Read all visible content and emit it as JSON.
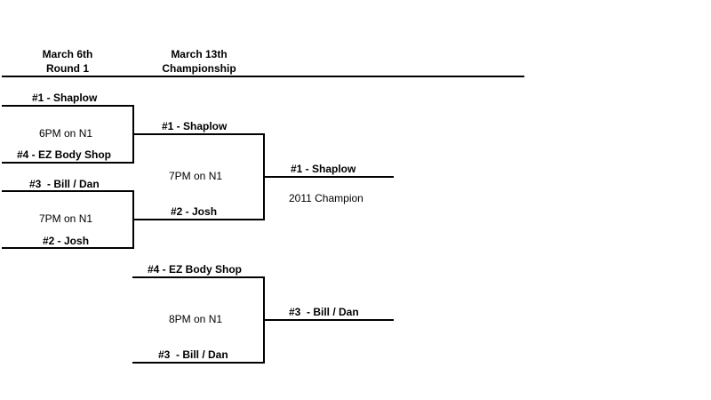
{
  "rounds": [
    {
      "date": "March 6th",
      "name": "Round 1"
    },
    {
      "date": "March 13th",
      "name": "Championship"
    }
  ],
  "round1": {
    "game1": {
      "top": "#1 - Shaplow",
      "bottom": "#4 - EZ Body Shop",
      "time": "6PM on N1"
    },
    "game2": {
      "top": "#3  - Bill / Dan",
      "bottom": "#2 - Josh",
      "time": "7PM on N1"
    }
  },
  "championship": {
    "top": "#1 - Shaplow",
    "bottom": "#2 - Josh",
    "time": "7PM on N1",
    "winner": "#1 - Shaplow",
    "caption": "2011 Champion"
  },
  "consolation": {
    "top": "#4 - EZ Body Shop",
    "bottom": "#3  - Bill / Dan",
    "time": "8PM on N1",
    "winner": "#3  - Bill / Dan"
  }
}
